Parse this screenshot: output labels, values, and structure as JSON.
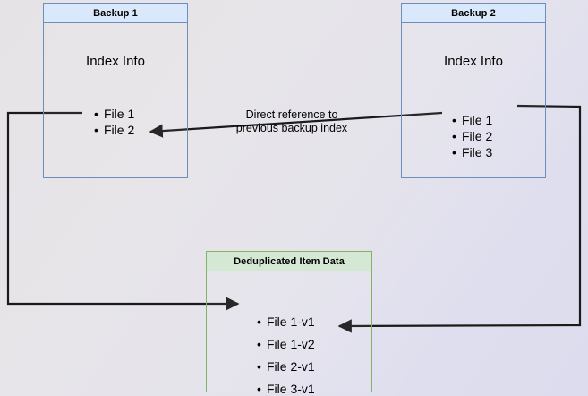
{
  "diagram": {
    "title": "Backup deduplication reference diagram",
    "colors": {
      "blue_border": "#6c8ebf",
      "blue_header": "#dae8fc",
      "green_border": "#82b366",
      "green_header": "#d5e8d4",
      "edge": "#1a1a1a",
      "background_start": "#e6e3e6",
      "background_end": "#dcdcee"
    }
  },
  "backup1": {
    "header": "Backup 1",
    "index_title": "Index Info",
    "files": [
      "File 1",
      "File 2"
    ],
    "bullet": "•"
  },
  "backup2": {
    "header": "Backup 2",
    "index_title": "Index Info",
    "files": [
      "File 1",
      "File 2",
      "File 3"
    ],
    "bullet": "•"
  },
  "dedup": {
    "header": "Deduplicated Item Data",
    "items": [
      "File 1-v1",
      "File 1-v2",
      "File 2-v1",
      "File 3-v1"
    ],
    "bullet": "•"
  },
  "edges": {
    "center_label_line1": "Direct reference to",
    "center_label_line2": "previous backup index"
  }
}
